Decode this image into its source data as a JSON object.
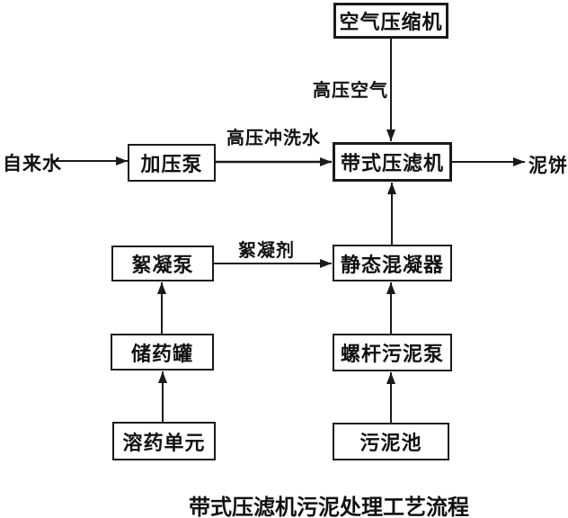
{
  "diagram": {
    "caption": "带式压滤机污泥处理工艺流程",
    "nodes": {
      "air_compressor": {
        "label": "空气压缩机"
      },
      "pressure_pump": {
        "label": "加压泵"
      },
      "belt_filter": {
        "label": "带式压滤机"
      },
      "floc_pump": {
        "label": "絮凝泵"
      },
      "static_mixer": {
        "label": "静态混凝器"
      },
      "chem_tank": {
        "label": "储药罐"
      },
      "screw_pump": {
        "label": "螺杆污泥泵"
      },
      "dissolve_unit": {
        "label": "溶药单元"
      },
      "sludge_pool": {
        "label": "污泥池"
      }
    },
    "flow_labels": {
      "tap_water": "自来水",
      "mud_cake": "泥饼",
      "high_pressure_air": "高压空气",
      "high_pressure_wash_water": "高压冲洗水",
      "flocculant": "絮凝剂"
    },
    "colors": {
      "line": "#1a1a1a",
      "box_border": "#1a1a1a",
      "text": "#111111",
      "background": "#ffffff"
    }
  }
}
